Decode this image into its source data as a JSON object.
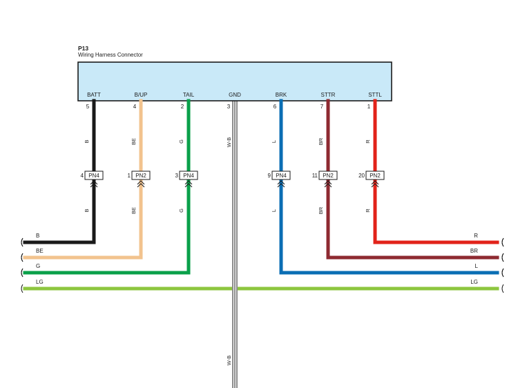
{
  "connector": {
    "code": "P13",
    "name": "Wiring Harness Connector",
    "fill_color": "#c9e9f8"
  },
  "pins": [
    {
      "name": "BATT",
      "number": "5",
      "wire": "B",
      "color": "#1a1a1a",
      "splice": {
        "pin": "4",
        "label": "PN4"
      }
    },
    {
      "name": "B/UP",
      "number": "4",
      "wire": "BE",
      "color": "#f2c38e",
      "splice": {
        "pin": "1",
        "label": "PN2"
      }
    },
    {
      "name": "TAIL",
      "number": "2",
      "wire": "G",
      "color": "#0aa04a",
      "splice": {
        "pin": "3",
        "label": "PN4"
      }
    },
    {
      "name": "GND",
      "number": "3",
      "wire": "W-B",
      "color": "#ffffff",
      "splice": null
    },
    {
      "name": "BRK",
      "number": "6",
      "wire": "L",
      "color": "#0a6eb4",
      "splice": {
        "pin": "9",
        "label": "PN4"
      }
    },
    {
      "name": "STTR",
      "number": "7",
      "wire": "BR",
      "color": "#8e2a31",
      "splice": {
        "pin": "11",
        "label": "PN2"
      }
    },
    {
      "name": "STTL",
      "number": "1",
      "wire": "R",
      "color": "#e2231a",
      "splice": {
        "pin": "20",
        "label": "PN2"
      }
    }
  ],
  "ground_wire_lower_label": "W-B",
  "horizontal_wires": [
    {
      "label_left": "B",
      "label_right": "",
      "color": "#1a1a1a"
    },
    {
      "label_left": "",
      "label_right": "R",
      "color": "#e2231a"
    },
    {
      "label_left": "BE",
      "label_right": "",
      "color": "#f2c38e"
    },
    {
      "label_left": "",
      "label_right": "BR",
      "color": "#8e2a31"
    },
    {
      "label_left": "G",
      "label_right": "",
      "color": "#0aa04a"
    },
    {
      "label_left": "",
      "label_right": "L",
      "color": "#0a6eb4"
    },
    {
      "label_left": "LG",
      "label_right": "LG",
      "color": "#8dc63f"
    }
  ]
}
